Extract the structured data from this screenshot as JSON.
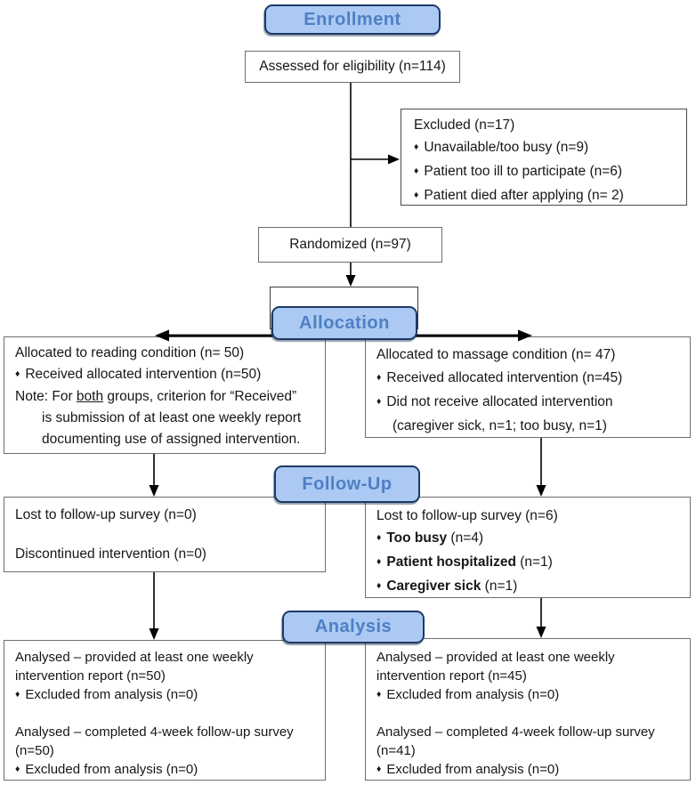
{
  "colors": {
    "stage_fill": "#abc9f3",
    "stage_border": "#1b3a66",
    "stage_text": "#4e80c4",
    "box_border": "#6e6e6e",
    "excluded_border": "#4a4a4a",
    "text": "#161616",
    "arrow": "#000000"
  },
  "glyphs": {
    "bullet": "♦"
  },
  "stages": {
    "enrollment": "Enrollment",
    "allocation": "Allocation",
    "followup": "Follow-Up",
    "analysis": "Analysis"
  },
  "enrollment": {
    "assessed": "Assessed for eligibility (n=114)",
    "excluded": {
      "title": "Excluded (n=17)",
      "items": [
        "Unavailable/too busy (n=9)",
        "Patient too ill to participate (n=6)",
        "Patient died after applying (n= 2)"
      ]
    },
    "randomized": "Randomized (n=97)"
  },
  "allocation": {
    "reading": {
      "title": "Allocated to reading condition (n= 50)",
      "bullet1": "Received allocated intervention (n=50)",
      "note_prefix": "Note: For ",
      "note_underlined": "both",
      "note_suffix": " groups, criterion for “Received”",
      "note_line2": "is submission of at least one weekly report",
      "note_line3": "documenting use of assigned intervention."
    },
    "massage": {
      "title": "Allocated to massage condition (n= 47)",
      "bullet1": "Received allocated intervention (n=45)",
      "bullet2": "Did not receive allocated intervention",
      "bullet2_detail": "(caregiver sick, n=1; too busy, n=1)"
    }
  },
  "followup": {
    "reading": {
      "line1": "Lost to follow-up survey (n=0)",
      "line2": "Discontinued intervention (n=0)"
    },
    "massage": {
      "title": "Lost to follow-up survey (n=6)",
      "items": [
        {
          "bold": "Too busy",
          "rest": " (n=4)"
        },
        {
          "bold": "Patient hospitalized",
          "rest": " (n=1)"
        },
        {
          "bold": "Caregiver sick",
          "rest": " (n=1)"
        }
      ]
    }
  },
  "analysis": {
    "reading": {
      "p1_line1": "Analysed – provided at least one weekly",
      "p1_line2": "intervention report (n=50)",
      "p1_bullet": "Excluded from analysis (n=0)",
      "p2_line1": "Analysed – completed 4-week follow-up survey",
      "p2_line2": "(n=50)",
      "p2_bullet": "Excluded from analysis (n=0)"
    },
    "massage": {
      "p1_line1": "Analysed – provided at least one weekly",
      "p1_line2": "intervention report (n=45)",
      "p1_bullet": "Excluded from analysis (n=0)",
      "p2_line1": "Analysed – completed 4-week follow-up survey",
      "p2_line2": "(n=41)",
      "p2_bullet": "Excluded from analysis (n=0)"
    }
  }
}
